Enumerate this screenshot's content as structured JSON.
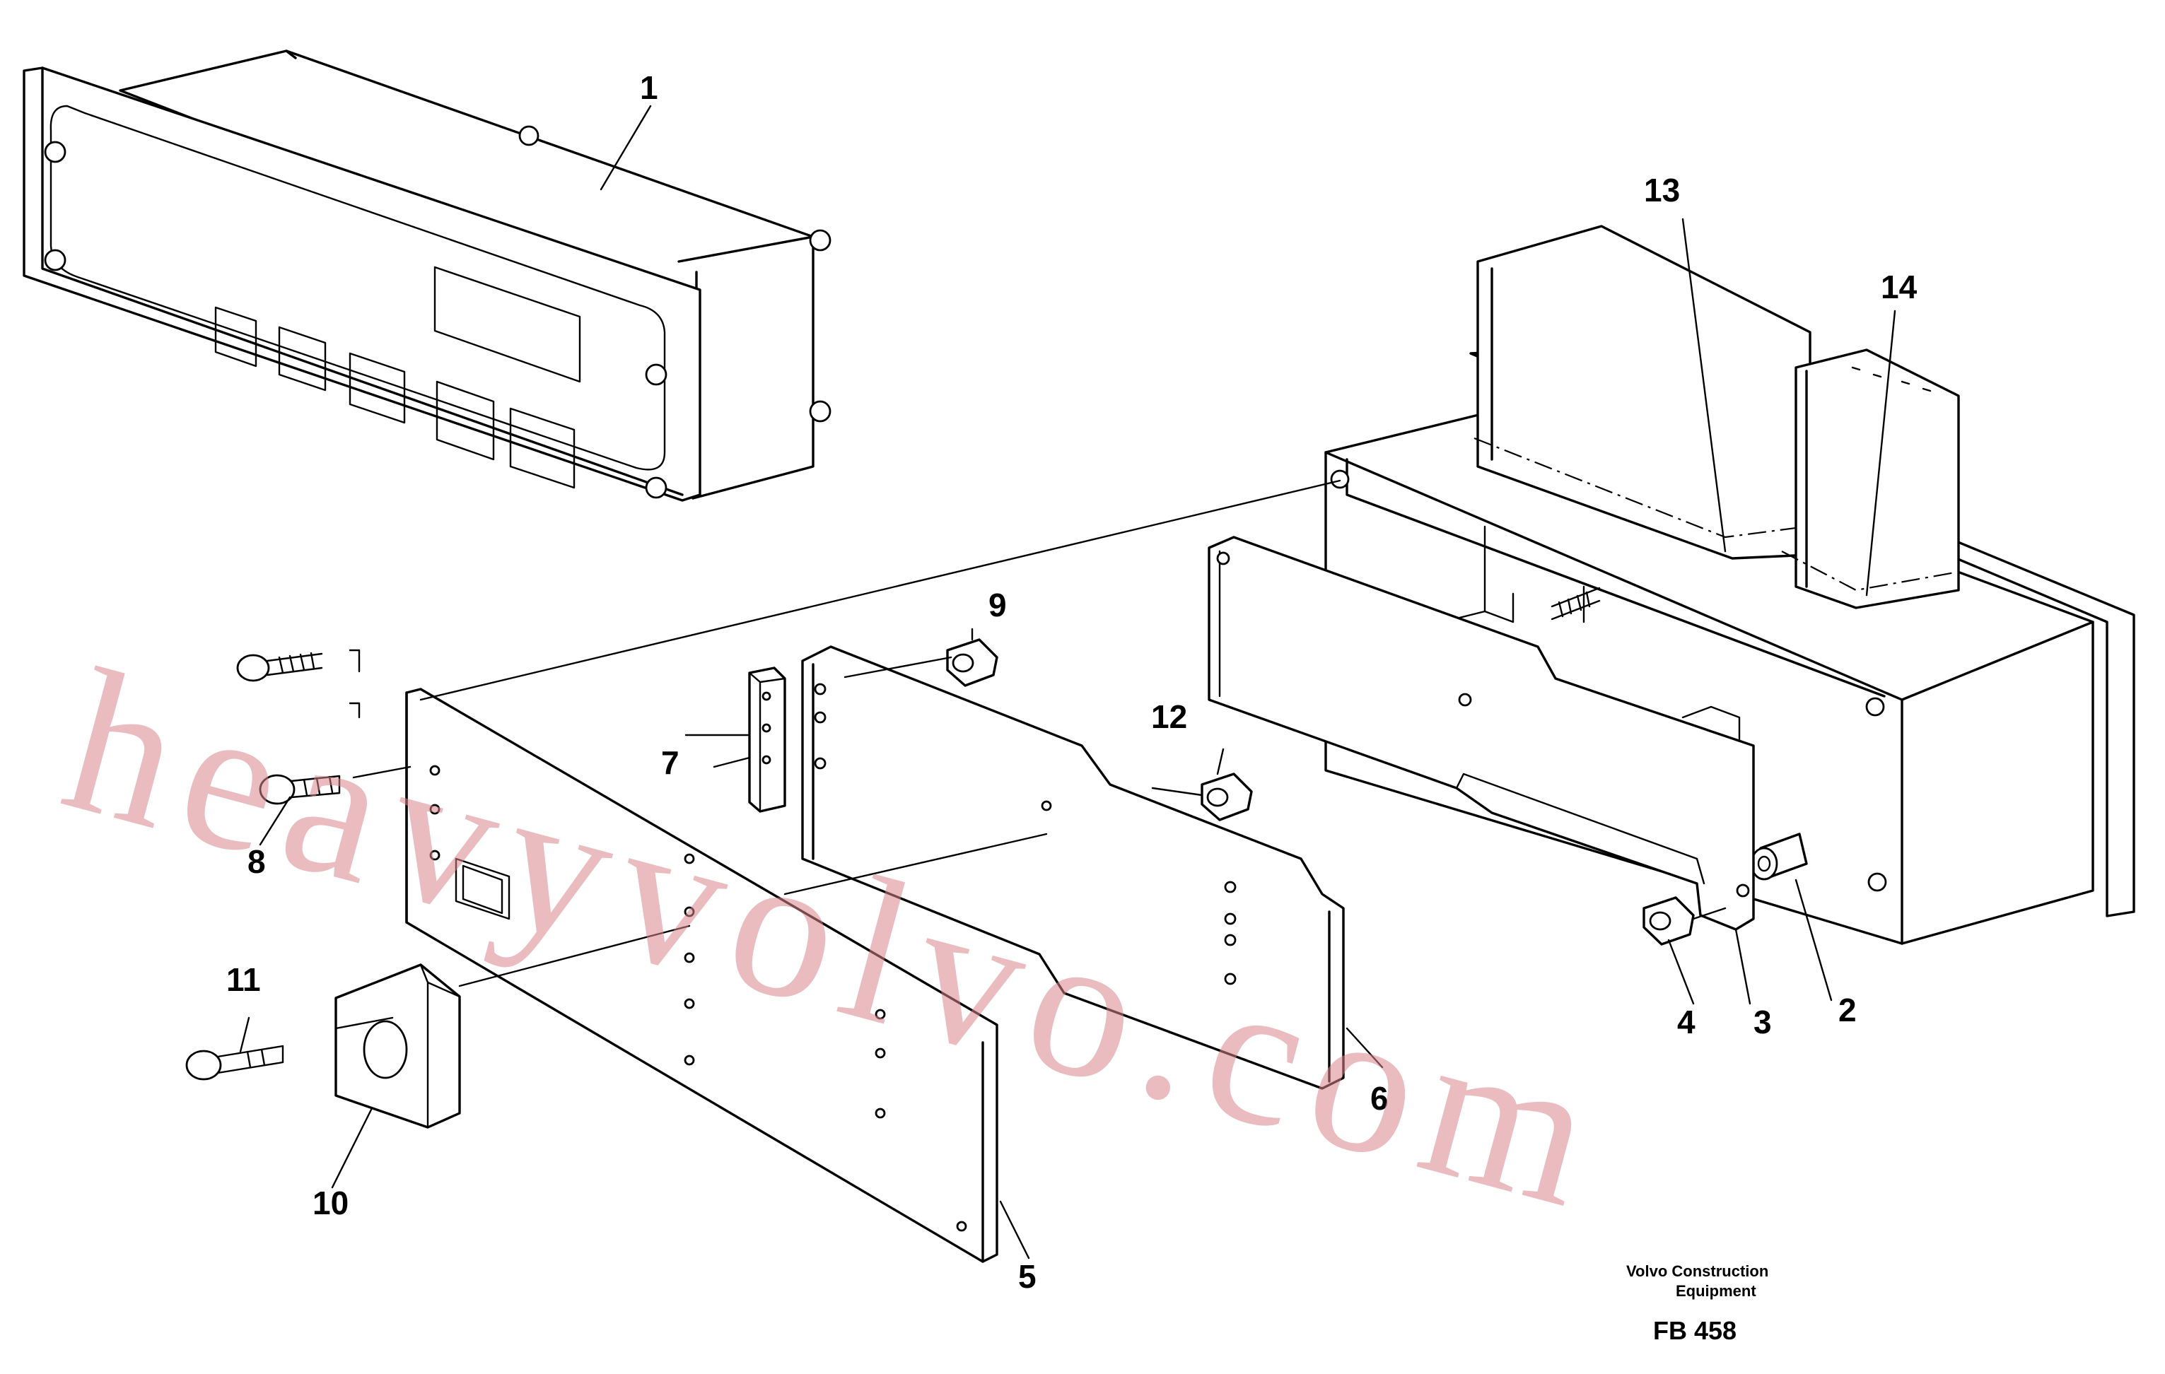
{
  "callouts": {
    "c1": "1",
    "c2": "2",
    "c3": "3",
    "c4": "4",
    "c5": "5",
    "c6": "6",
    "c7": "7",
    "c8": "8",
    "c9": "9",
    "c10": "10",
    "c11": "11",
    "c12": "12",
    "c13": "13",
    "c14": "14"
  },
  "watermark": "heavyvolvo.com",
  "footer": {
    "maker_line1": "Volvo Construction",
    "maker_line2": "Equipment",
    "figure_code": "FB 458"
  },
  "colors": {
    "watermark": "#d9858c",
    "ink": "#000000"
  }
}
